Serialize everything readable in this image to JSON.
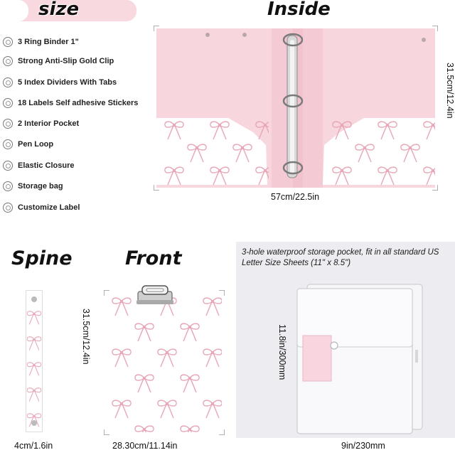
{
  "headings": {
    "size": "size",
    "inside": "Inside",
    "spine": "Spine",
    "front": "Front"
  },
  "features": [
    "3 Ring Binder 1\"",
    "Strong Anti-Slip Gold Clip",
    "5 Index Dividers With Tabs",
    "18 Labels Self adhesive Stickers",
    "2 Interior Pocket",
    "Pen Loop",
    "Elastic Closure",
    "Storage bag",
    "Customize Label"
  ],
  "dimensions": {
    "inside_height": "31.5cm/12.4in",
    "inside_width": "57cm/22.5in",
    "front_height": "31.5cm/12.4in",
    "spine_width": "4cm/1.6in",
    "front_width": "28.30cm/11.14in",
    "pocket_height": "11.8in/300mm",
    "pocket_width": "9in/230mm"
  },
  "pocket_caption": "3-hole waterproof  storage pocket, fit in all standard US Letter Size Sheets (11\" x 8.5\")",
  "colors": {
    "pink": "#f7d6de",
    "bow": "#e8a6b6",
    "panel": "#ededf1"
  }
}
